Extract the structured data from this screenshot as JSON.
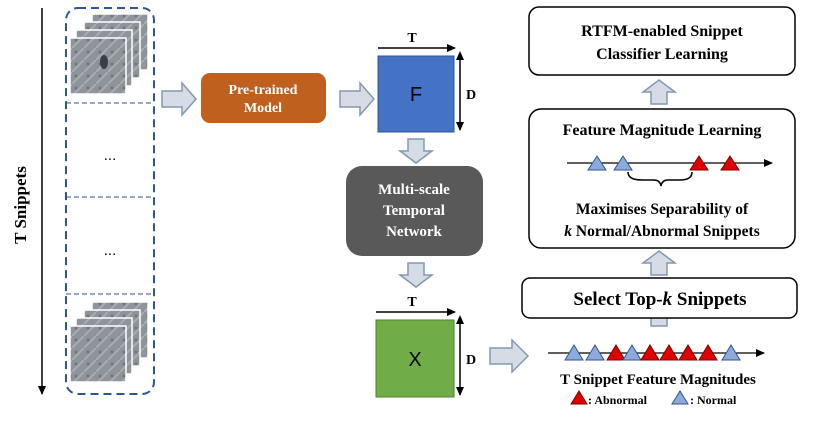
{
  "axis_label": "T Snippets",
  "snippet_ellipsis": [
    "...",
    "..."
  ],
  "pretrained_label": [
    "Pre-trained",
    "Model"
  ],
  "matrix_f": {
    "letter": "F",
    "top": "T",
    "side": "D"
  },
  "matrix_x": {
    "letter": "X",
    "top": "T",
    "side": "D"
  },
  "mstn_label": [
    "Multi-scale",
    "Temporal",
    "Network"
  ],
  "rtfm_label": [
    "RTFM-enabled Snippet",
    "Classifier Learning"
  ],
  "fml_title": "Feature Magnitude Learning",
  "fml_sub": [
    "Maximises Separability of",
    "Normal/Abnormal Snippets"
  ],
  "fml_k": "k",
  "topk_prefix": "Select Top-",
  "topk_k": "k",
  "topk_suffix": " Snippets",
  "magnitudes_label": "T Snippet Feature Magnitudes",
  "legend": {
    "abnormal": ": Abnormal",
    "normal": ": Normal"
  },
  "colors": {
    "pretrained": "#c0601e",
    "matrix_f": "#4472c4",
    "matrix_x": "#70ad47",
    "mstn": "#595959",
    "abnormal": "#e00000",
    "normal": "#8eaadb",
    "dashed": "#2f5597"
  }
}
